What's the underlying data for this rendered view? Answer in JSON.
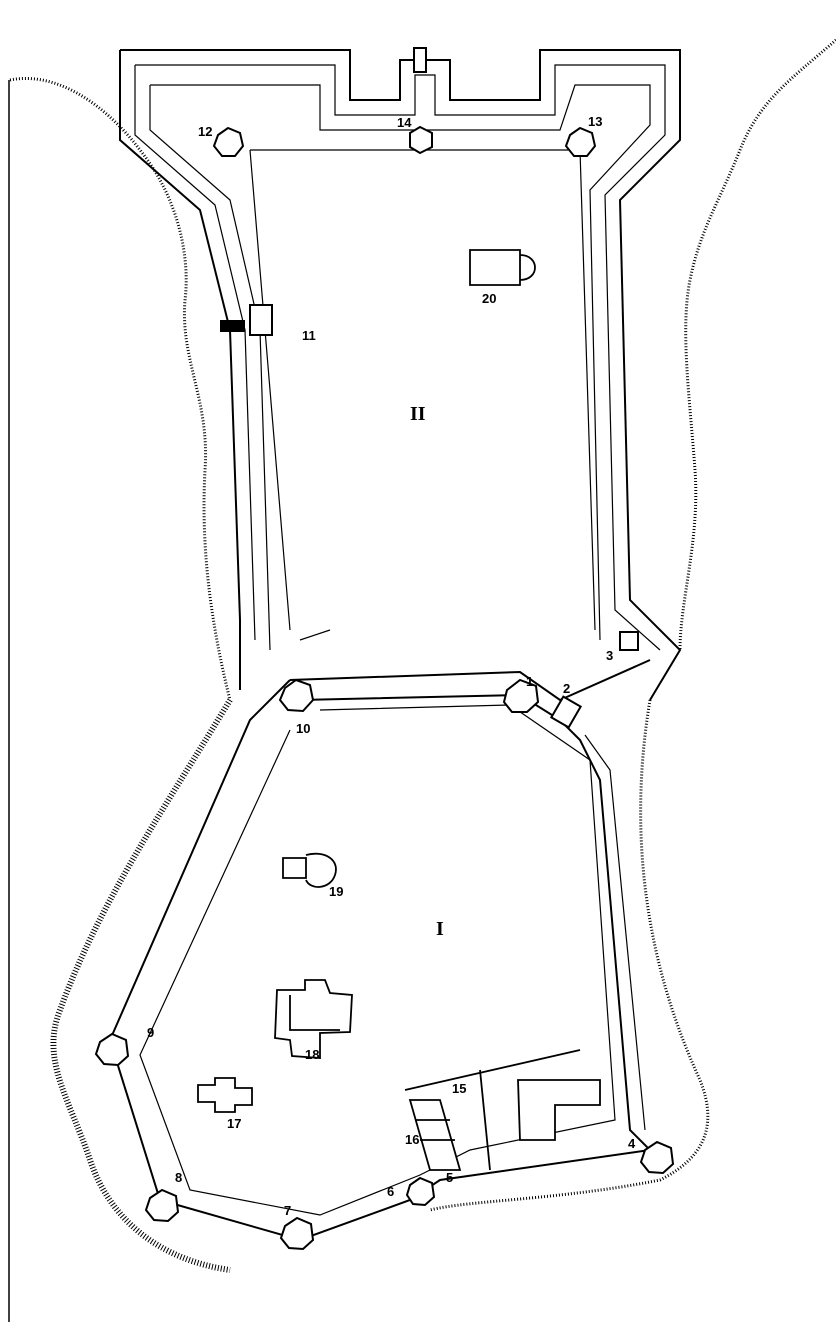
{
  "map": {
    "wards": [
      {
        "id": "ward-1",
        "label": "I"
      },
      {
        "id": "ward-2",
        "label": "II"
      }
    ],
    "labels": [
      "1",
      "2",
      "3",
      "4",
      "5",
      "6",
      "7",
      "8",
      "9",
      "10",
      "11",
      "12",
      "13",
      "14",
      "15",
      "16",
      "17",
      "18",
      "19",
      "20"
    ]
  }
}
